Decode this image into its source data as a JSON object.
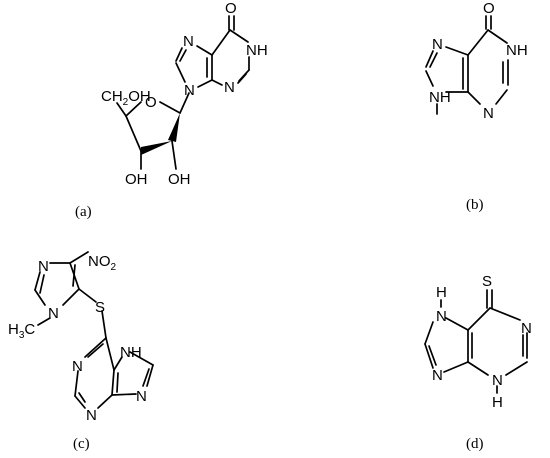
{
  "colors": {
    "ink": "#000000",
    "background": "#ffffff"
  },
  "panels": {
    "a": {
      "caption": "(a)",
      "atoms": {
        "o_carbonyl": "O",
        "nh": "NH",
        "n7": "N",
        "n3": "N",
        "n9": "N",
        "o_ring": "O",
        "ch2oh_pre": "CH",
        "ch2oh_sub": "2",
        "ch2oh_post": "OH",
        "oh_left": "OH",
        "oh_right": "OH"
      }
    },
    "b": {
      "caption": "(b)",
      "atoms": {
        "o": "O",
        "nh": "NH",
        "n7": "N",
        "n3": "N",
        "nh9": "NH"
      }
    },
    "c": {
      "caption": "(c)",
      "atoms": {
        "n_imid": "N",
        "no2_pre": "NO",
        "no2_sub": "2",
        "n_methyl": "N",
        "h3c_pre": "H",
        "h3c_sub": "3",
        "h3c_post": "C",
        "s": "S",
        "n_pur_left": "N",
        "n_pur_bottom": "N",
        "nh_pur": "NH",
        "n_pur_right": "N"
      }
    },
    "d": {
      "caption": "(d)",
      "atoms": {
        "s": "S",
        "n_top_label": "N",
        "h_top_label": "H",
        "n1": "N",
        "n7": "N",
        "n3": "N",
        "h3": "H"
      }
    }
  }
}
